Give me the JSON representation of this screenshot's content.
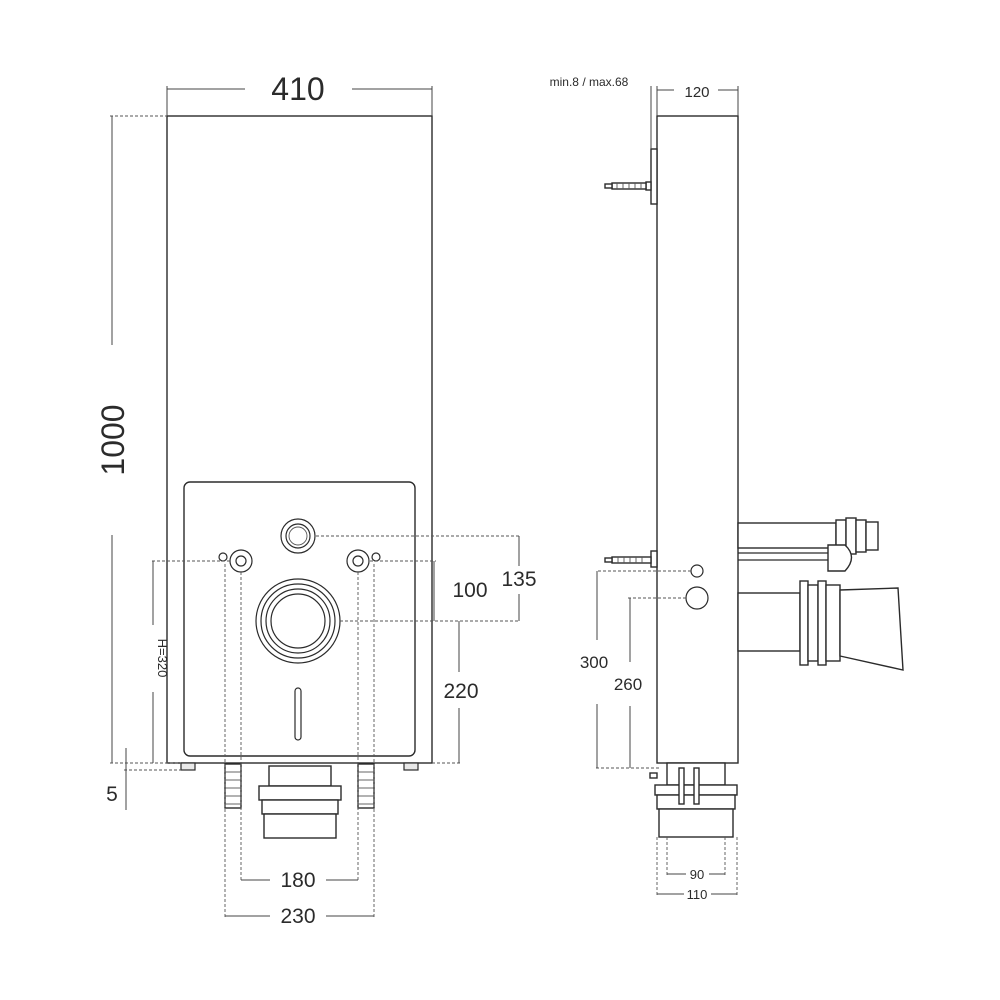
{
  "front_view": {
    "width_label": "410",
    "height_label": "1000",
    "h_label": "H=320",
    "offset_label": "5",
    "dim_100": "100",
    "dim_135": "135",
    "dim_220": "220",
    "dim_180": "180",
    "dim_230": "230"
  },
  "side_view": {
    "depth_label": "120",
    "wall_label": "min.8 / max.68",
    "dim_300": "300",
    "dim_260": "260",
    "dim_90": "90",
    "dim_110": "110"
  }
}
